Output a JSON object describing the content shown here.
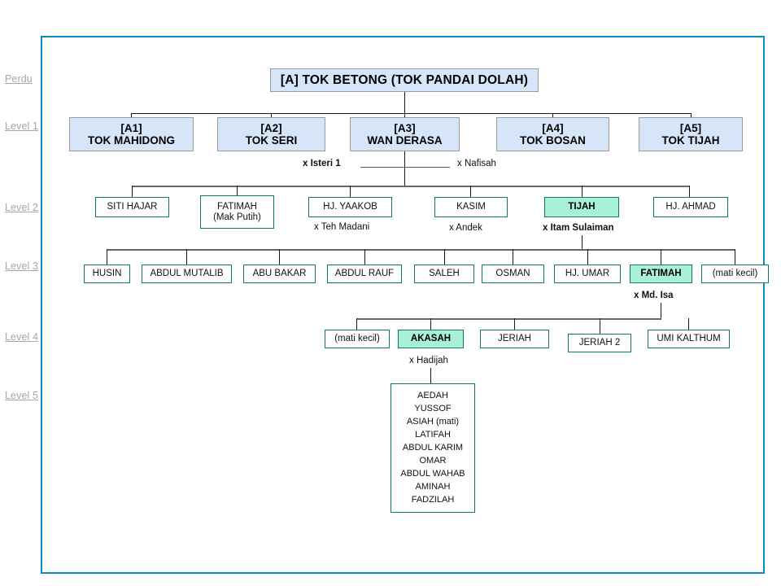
{
  "diagram": {
    "title_root": "[A]  TOK BETONG (TOK PANDAI DOLAH)",
    "colors": {
      "frame": "#0d8ac4",
      "level1_fill": "#d7e5f9",
      "level1_border": "#9a9a9a",
      "node_border": "#0f7a5e",
      "highlight_fill": "#a8f0d8",
      "rail_text": "#a6a6a6",
      "connector": "#1a1a1a",
      "bus": "#666666"
    }
  },
  "rail": {
    "items": [
      {
        "label": "Perdu"
      },
      {
        "label": "Level 1"
      },
      {
        "label": "Level 2"
      },
      {
        "label": "Level 3"
      },
      {
        "label": "Level 4"
      },
      {
        "label": "Level 5"
      }
    ]
  },
  "level1": [
    {
      "code": "[A1]",
      "name": "TOK MAHIDONG"
    },
    {
      "code": "[A2]",
      "name": "TOK SERI"
    },
    {
      "code": "[A3]",
      "name": "WAN  DERASA"
    },
    {
      "code": "[A4]",
      "name": "TOK BOSAN"
    },
    {
      "code": "[A5]",
      "name": "TOK TIJAH"
    }
  ],
  "marriages": {
    "isteri1": "x Isteri 1",
    "nafisah": "x Nafisah",
    "teh_madani": "x Teh Madani",
    "andek": "x Andek",
    "itam_sulaiman": "x Itam Sulaiman",
    "md_isa": "x Md. Isa",
    "hadijah": "x Hadijah"
  },
  "level2": [
    {
      "name": "SITI HAJAR",
      "sub": ""
    },
    {
      "name": "FATIMAH",
      "sub": "(Mak Putih)"
    },
    {
      "name": "HJ. YAAKOB",
      "sub": ""
    },
    {
      "name": "KASIM",
      "sub": ""
    },
    {
      "name": "TIJAH",
      "sub": ""
    },
    {
      "name": "HJ. AHMAD",
      "sub": ""
    }
  ],
  "level3": [
    {
      "name": "HUSIN"
    },
    {
      "name": "ABDUL MUTALIB"
    },
    {
      "name": "ABU BAKAR"
    },
    {
      "name": "ABDUL RAUF"
    },
    {
      "name": "SALEH"
    },
    {
      "name": "OSMAN"
    },
    {
      "name": "HJ. UMAR"
    },
    {
      "name": "FATIMAH"
    },
    {
      "name": "(mati  kecil)"
    }
  ],
  "level4": [
    {
      "name": "(mati  kecil)"
    },
    {
      "name": "AKASAH"
    },
    {
      "name": "JERIAH"
    },
    {
      "name": "JERIAH 2"
    },
    {
      "name": "UMI KALTHUM"
    }
  ],
  "level5": {
    "children": [
      "AEDAH",
      "YUSSOF",
      "ASIAH  (mati)",
      "LATIFAH",
      "ABDUL KARIM",
      "OMAR",
      "ABDUL WAHAB",
      "AMINAH",
      "FADZILAH"
    ]
  }
}
